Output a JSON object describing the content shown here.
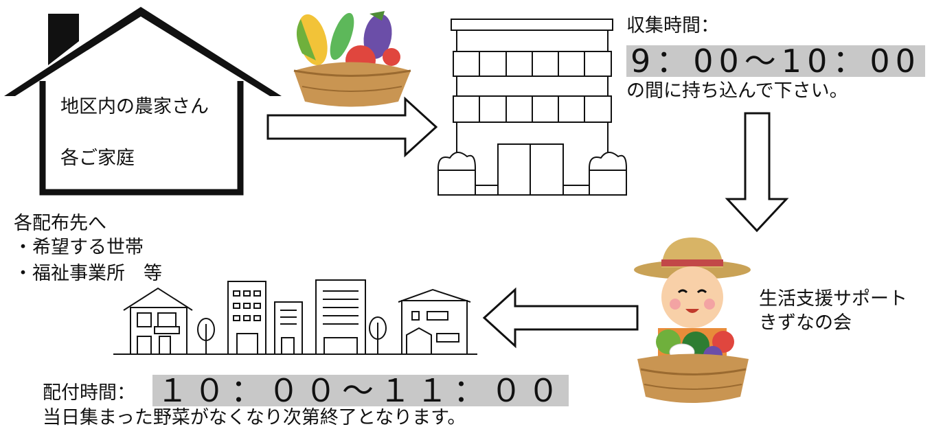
{
  "house": {
    "line1": "地区内の農家さん",
    "line2": "各ご家庭"
  },
  "collection": {
    "label": "収集時間：",
    "time": "9：00～10：00",
    "note": "の間に持ち込んで下さい。"
  },
  "organization": {
    "line1": "生活支援サポート",
    "line2": "きずなの会"
  },
  "destinations": {
    "title": "各配布先へ",
    "items": [
      "・希望する世帯",
      "・福祉事業所　等"
    ]
  },
  "distribution": {
    "label": "配付時間：",
    "time": "１０：００～１１：００",
    "note": "当日集まった野菜がなくなり次第終了となります。"
  },
  "colors": {
    "highlight": "#c8c8c8",
    "outline": "#111111"
  }
}
